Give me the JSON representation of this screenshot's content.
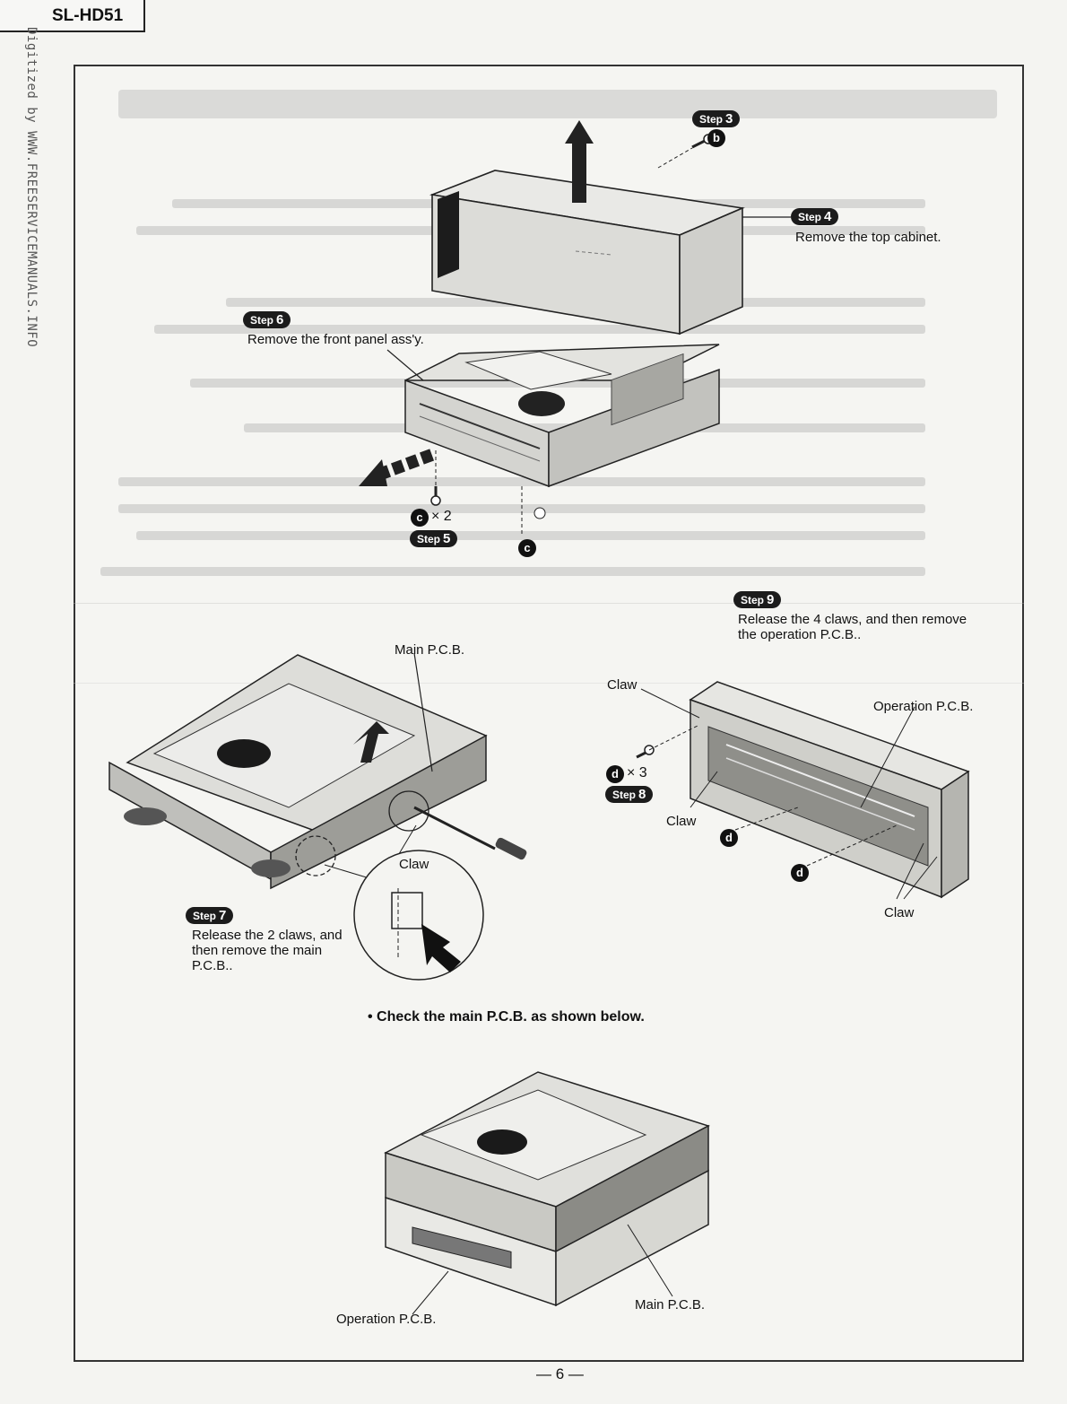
{
  "header": {
    "model": "SL-HD51"
  },
  "watermark": "Digitized by WWW.FREESERVICEMANUALS.INFO",
  "steps": {
    "step3": {
      "label": "Step",
      "num": "3"
    },
    "step4": {
      "label": "Step",
      "num": "4",
      "text": "Remove the top cabinet."
    },
    "step5": {
      "label": "Step",
      "num": "5"
    },
    "step6": {
      "label": "Step",
      "num": "6",
      "text": "Remove the front panel ass'y."
    },
    "step7": {
      "label": "Step",
      "num": "7",
      "text": "Release the 2 claws, and then remove the main P.C.B.."
    },
    "step8": {
      "label": "Step",
      "num": "8"
    },
    "step9": {
      "label": "Step",
      "num": "9",
      "text": "Release the 4 claws, and then remove the operation P.C.B.."
    }
  },
  "markers": {
    "b": "b",
    "c": "c",
    "d": "d",
    "c_count": "× 2",
    "d_count": "× 3"
  },
  "labels": {
    "main_pcb_top": "Main P.C.B.",
    "operation_pcb_right": "Operation P.C.B.",
    "claw": "Claw",
    "check_note": "• Check the main P.C.B. as shown below.",
    "operation_pcb_bottom": "Operation P.C.B.",
    "main_pcb_bottom": "Main P.C.B."
  },
  "footer": {
    "page": "— 6 —"
  }
}
